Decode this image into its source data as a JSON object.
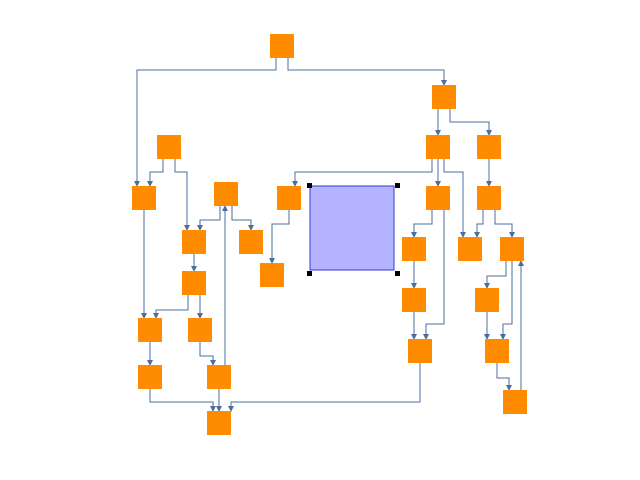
{
  "diagram": {
    "colors": {
      "node_fill": "#ff8c00",
      "edge": "#4a6f9e",
      "selected_fill": "#b3b3ff",
      "selected_stroke": "#3a3ad0",
      "handle": "#000000",
      "background": "#ffffff"
    },
    "nodes": [
      {
        "id": "n1"
      },
      {
        "id": "n2"
      },
      {
        "id": "n3"
      },
      {
        "id": "n4"
      },
      {
        "id": "n5"
      },
      {
        "id": "n6"
      },
      {
        "id": "n7"
      },
      {
        "id": "n8"
      },
      {
        "id": "n9"
      },
      {
        "id": "n10"
      },
      {
        "id": "n11"
      },
      {
        "id": "n12"
      },
      {
        "id": "n13"
      },
      {
        "id": "n14"
      },
      {
        "id": "n15"
      },
      {
        "id": "n16"
      },
      {
        "id": "n17"
      },
      {
        "id": "n18"
      },
      {
        "id": "n19"
      },
      {
        "id": "n20"
      },
      {
        "id": "n21"
      },
      {
        "id": "n22"
      },
      {
        "id": "n23"
      },
      {
        "id": "n24"
      },
      {
        "id": "n25"
      },
      {
        "id": "n26"
      },
      {
        "id": "n27"
      },
      {
        "id": "n28"
      },
      {
        "id": "n29"
      }
    ],
    "selected": {
      "id": "sel"
    },
    "edges": [
      {
        "id": "e1"
      },
      {
        "id": "e2"
      },
      {
        "id": "e3"
      },
      {
        "id": "e4"
      },
      {
        "id": "e5"
      },
      {
        "id": "e6"
      },
      {
        "id": "e7"
      },
      {
        "id": "e8"
      },
      {
        "id": "e9"
      },
      {
        "id": "e10"
      },
      {
        "id": "e11"
      },
      {
        "id": "e12"
      },
      {
        "id": "e13"
      },
      {
        "id": "e14"
      },
      {
        "id": "e15"
      },
      {
        "id": "e16"
      },
      {
        "id": "e17"
      },
      {
        "id": "e18"
      },
      {
        "id": "e19"
      },
      {
        "id": "e20"
      },
      {
        "id": "e21"
      },
      {
        "id": "e22"
      },
      {
        "id": "e23"
      },
      {
        "id": "e24"
      },
      {
        "id": "e25"
      },
      {
        "id": "e26"
      },
      {
        "id": "e27"
      },
      {
        "id": "e28"
      },
      {
        "id": "e29"
      },
      {
        "id": "e30"
      },
      {
        "id": "e31"
      },
      {
        "id": "e32"
      },
      {
        "id": "e33"
      },
      {
        "id": "e34"
      }
    ]
  }
}
